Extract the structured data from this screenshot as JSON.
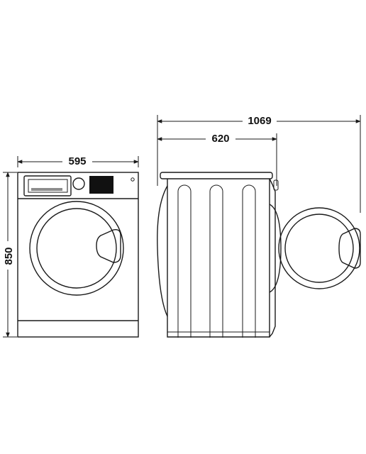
{
  "dimensions": {
    "width": "595",
    "height": "850",
    "depth": "620",
    "depth_door_open": "1069"
  },
  "colors": {
    "line": "#1a1a1a",
    "display": "#111111",
    "background": "#ffffff"
  }
}
